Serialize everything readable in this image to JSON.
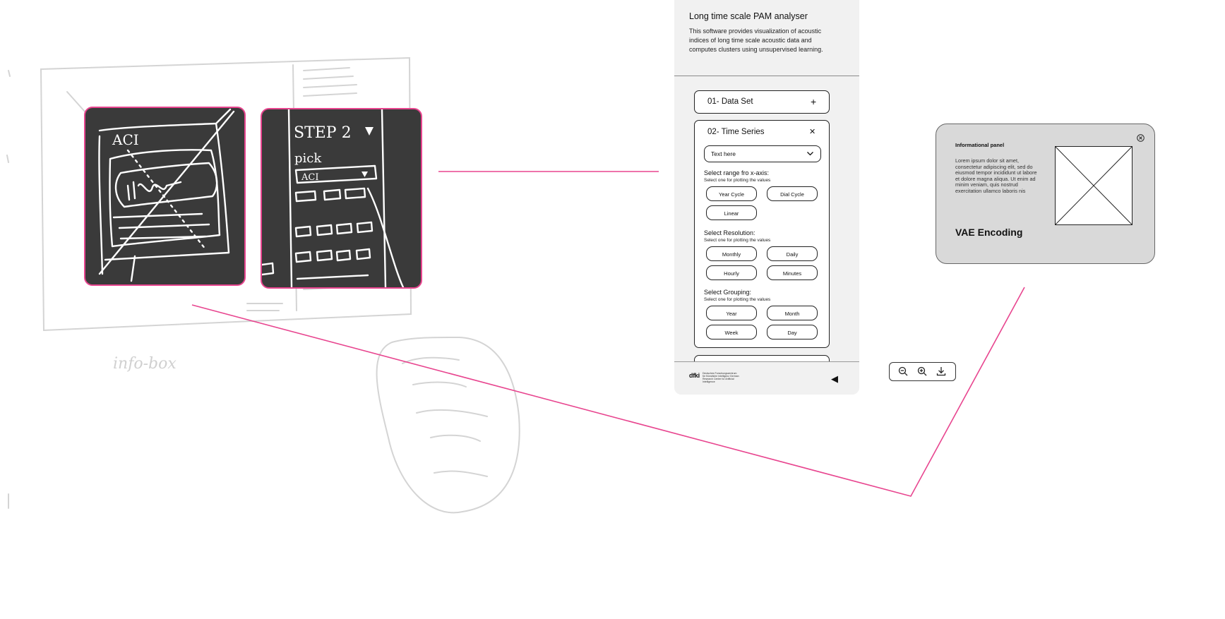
{
  "sketch": {
    "thumb_left_label": "ACI",
    "thumb_right_step": "STEP 2",
    "thumb_right_pick": "pick",
    "thumb_right_select": "ACI",
    "bg_note_infobox": "info-box",
    "bg_note_bubble": "outline the \"Dataset\" options are always visible!"
  },
  "sidebar": {
    "title": "Long time scale PAM analyser",
    "description": "This software provides visualization of acoustic indices of long time scale acoustic data and computes clusters using unsupervised learning.",
    "sections": [
      {
        "label": "01- Data Set",
        "icon": "+"
      },
      {
        "label": "02- Time Series",
        "icon": "✕"
      }
    ],
    "dropdown": {
      "value": "Text here",
      "icon": "chevron-down-icon"
    },
    "xaxis": {
      "title": "Select range fro x-axis:",
      "subtitle": "Select one for plotting the values",
      "options": [
        "Year Cycle",
        "Dial Cycle",
        "Linear"
      ]
    },
    "resolution": {
      "title": "Select Resolution:",
      "subtitle": "Select one for plotting the values",
      "options": [
        "Monthly",
        "Daily",
        "Hourly",
        "Minutes"
      ]
    },
    "grouping": {
      "title": "Select Grouping:",
      "subtitle": "Select one for plotting the values",
      "options": [
        "Year",
        "Month",
        "Week",
        "Day"
      ]
    },
    "footer": {
      "logo": "dfki",
      "logo_fine": "Deutsches Forschungszentrum für Künstliche Intelligenz German Research Center for Artificial Intelligence",
      "collapse_icon": "◀"
    }
  },
  "zoom_bar": {
    "icons": [
      "zoom-out-icon",
      "zoom-in-icon",
      "download-icon"
    ]
  },
  "info_panel": {
    "title": "Informational panel",
    "body": "Lorem ipsum dolor sit amet, consectetur adipiscing elit, sed do eiusmod tempor incididunt ut labore et dolore magna aliqua. Ut enim ad minim veniam, quis nostrud exercitation ullamco laboris nis",
    "heading": "VAE Encoding",
    "close_icon": "close-circle-icon"
  },
  "colors": {
    "accent": "#e8458f",
    "panel_bg": "#f1f1f1",
    "info_bg": "#d9d9d9",
    "sketch_dark": "#3a3a3a"
  }
}
